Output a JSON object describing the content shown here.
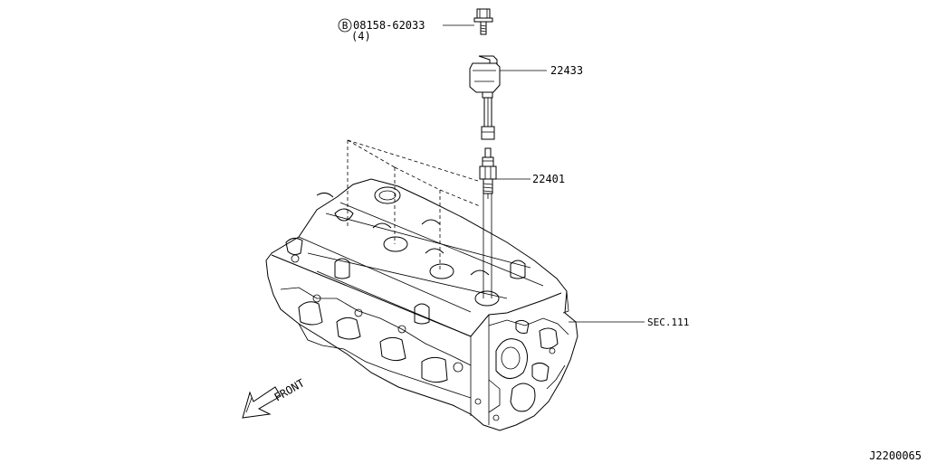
{
  "bolt": {
    "marker": "B",
    "part_number": "08158-62033",
    "quantity": "(4)"
  },
  "ignition_coil": {
    "part_number": "22433"
  },
  "spark_plug": {
    "part_number": "22401"
  },
  "cylinder_head": {
    "section_ref": "SEC.111"
  },
  "front_indicator": {
    "label": "FRONT"
  },
  "diagram_id": "J2200065"
}
